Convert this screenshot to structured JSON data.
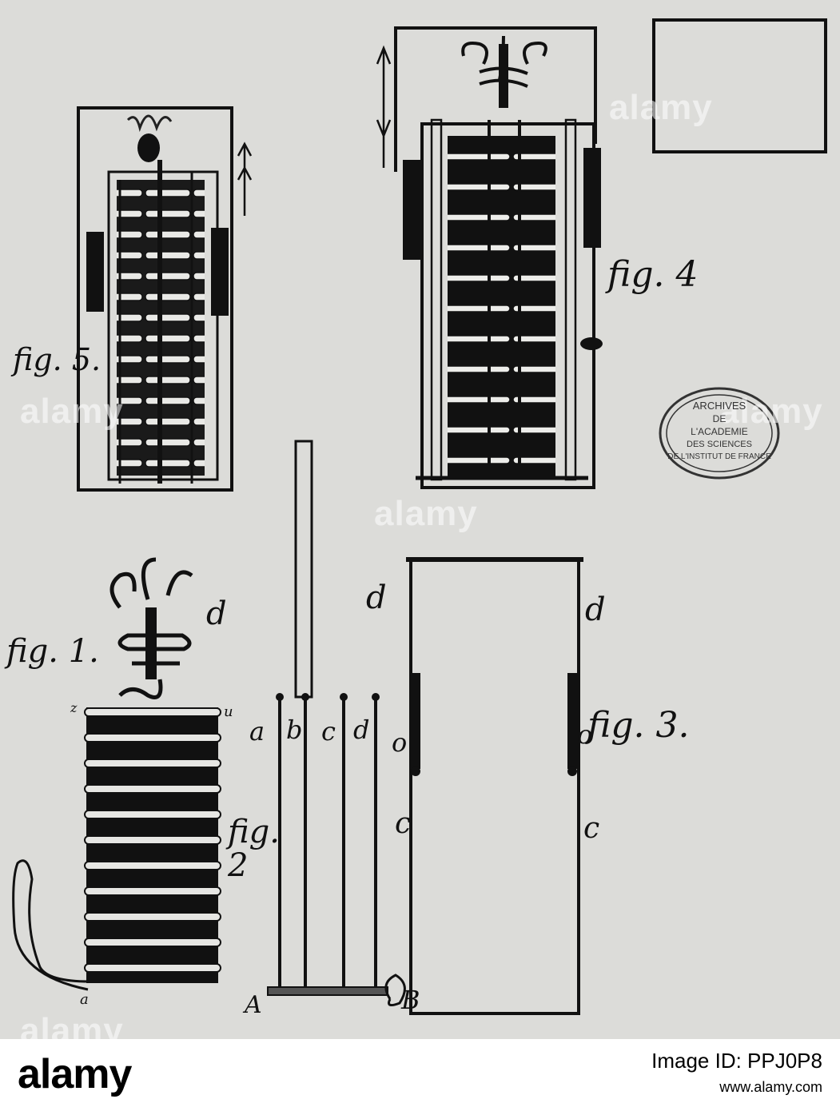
{
  "figure_labels": {
    "fig1": "fig. 1.",
    "fig2": "fig. 2",
    "fig3": "fig. 3.",
    "fig4": "fig. 4",
    "fig5": "fig. 5."
  },
  "letters": {
    "a": "a",
    "b": "b",
    "c": "c",
    "d": "d",
    "o": "o",
    "A": "A",
    "B": "B",
    "z": "z",
    "u": "u"
  },
  "stamp": {
    "line1": "ARCHIVES",
    "line2": "DE",
    "line3": "L'ACADEMIE",
    "line4": "DES SCIENCES",
    "line5": "DE L'INSTITUT DE FRANCE"
  },
  "watermark": "alamy",
  "footer": {
    "logo": "alamy",
    "image_id": "Image ID: PPJ0P8",
    "url": "www.alamy.com"
  },
  "colors": {
    "paper": "#dcdcd9",
    "ink": "#111111",
    "footer_bg": "#ffffff"
  }
}
